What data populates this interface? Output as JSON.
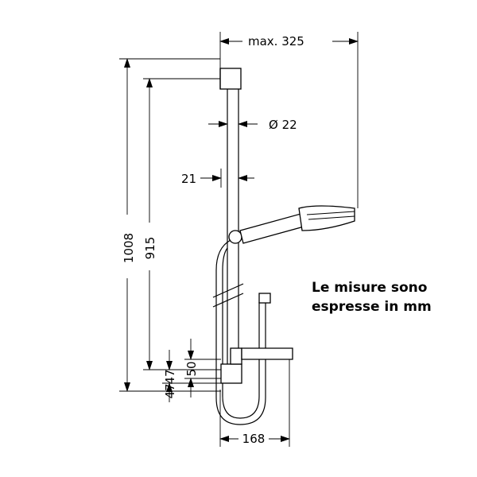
{
  "dimensions": {
    "max_reach": "max. 325",
    "diameter": "Ø 22",
    "rail_offset": "21",
    "total_height": "1008",
    "rail_height": "915",
    "bottom_offset_a": "47",
    "bottom_offset_b": "50",
    "width": "168"
  },
  "note": {
    "line1": "Le misure sono",
    "line2": "espresse in mm"
  },
  "colors": {
    "line": "#000000",
    "background": "#ffffff"
  }
}
